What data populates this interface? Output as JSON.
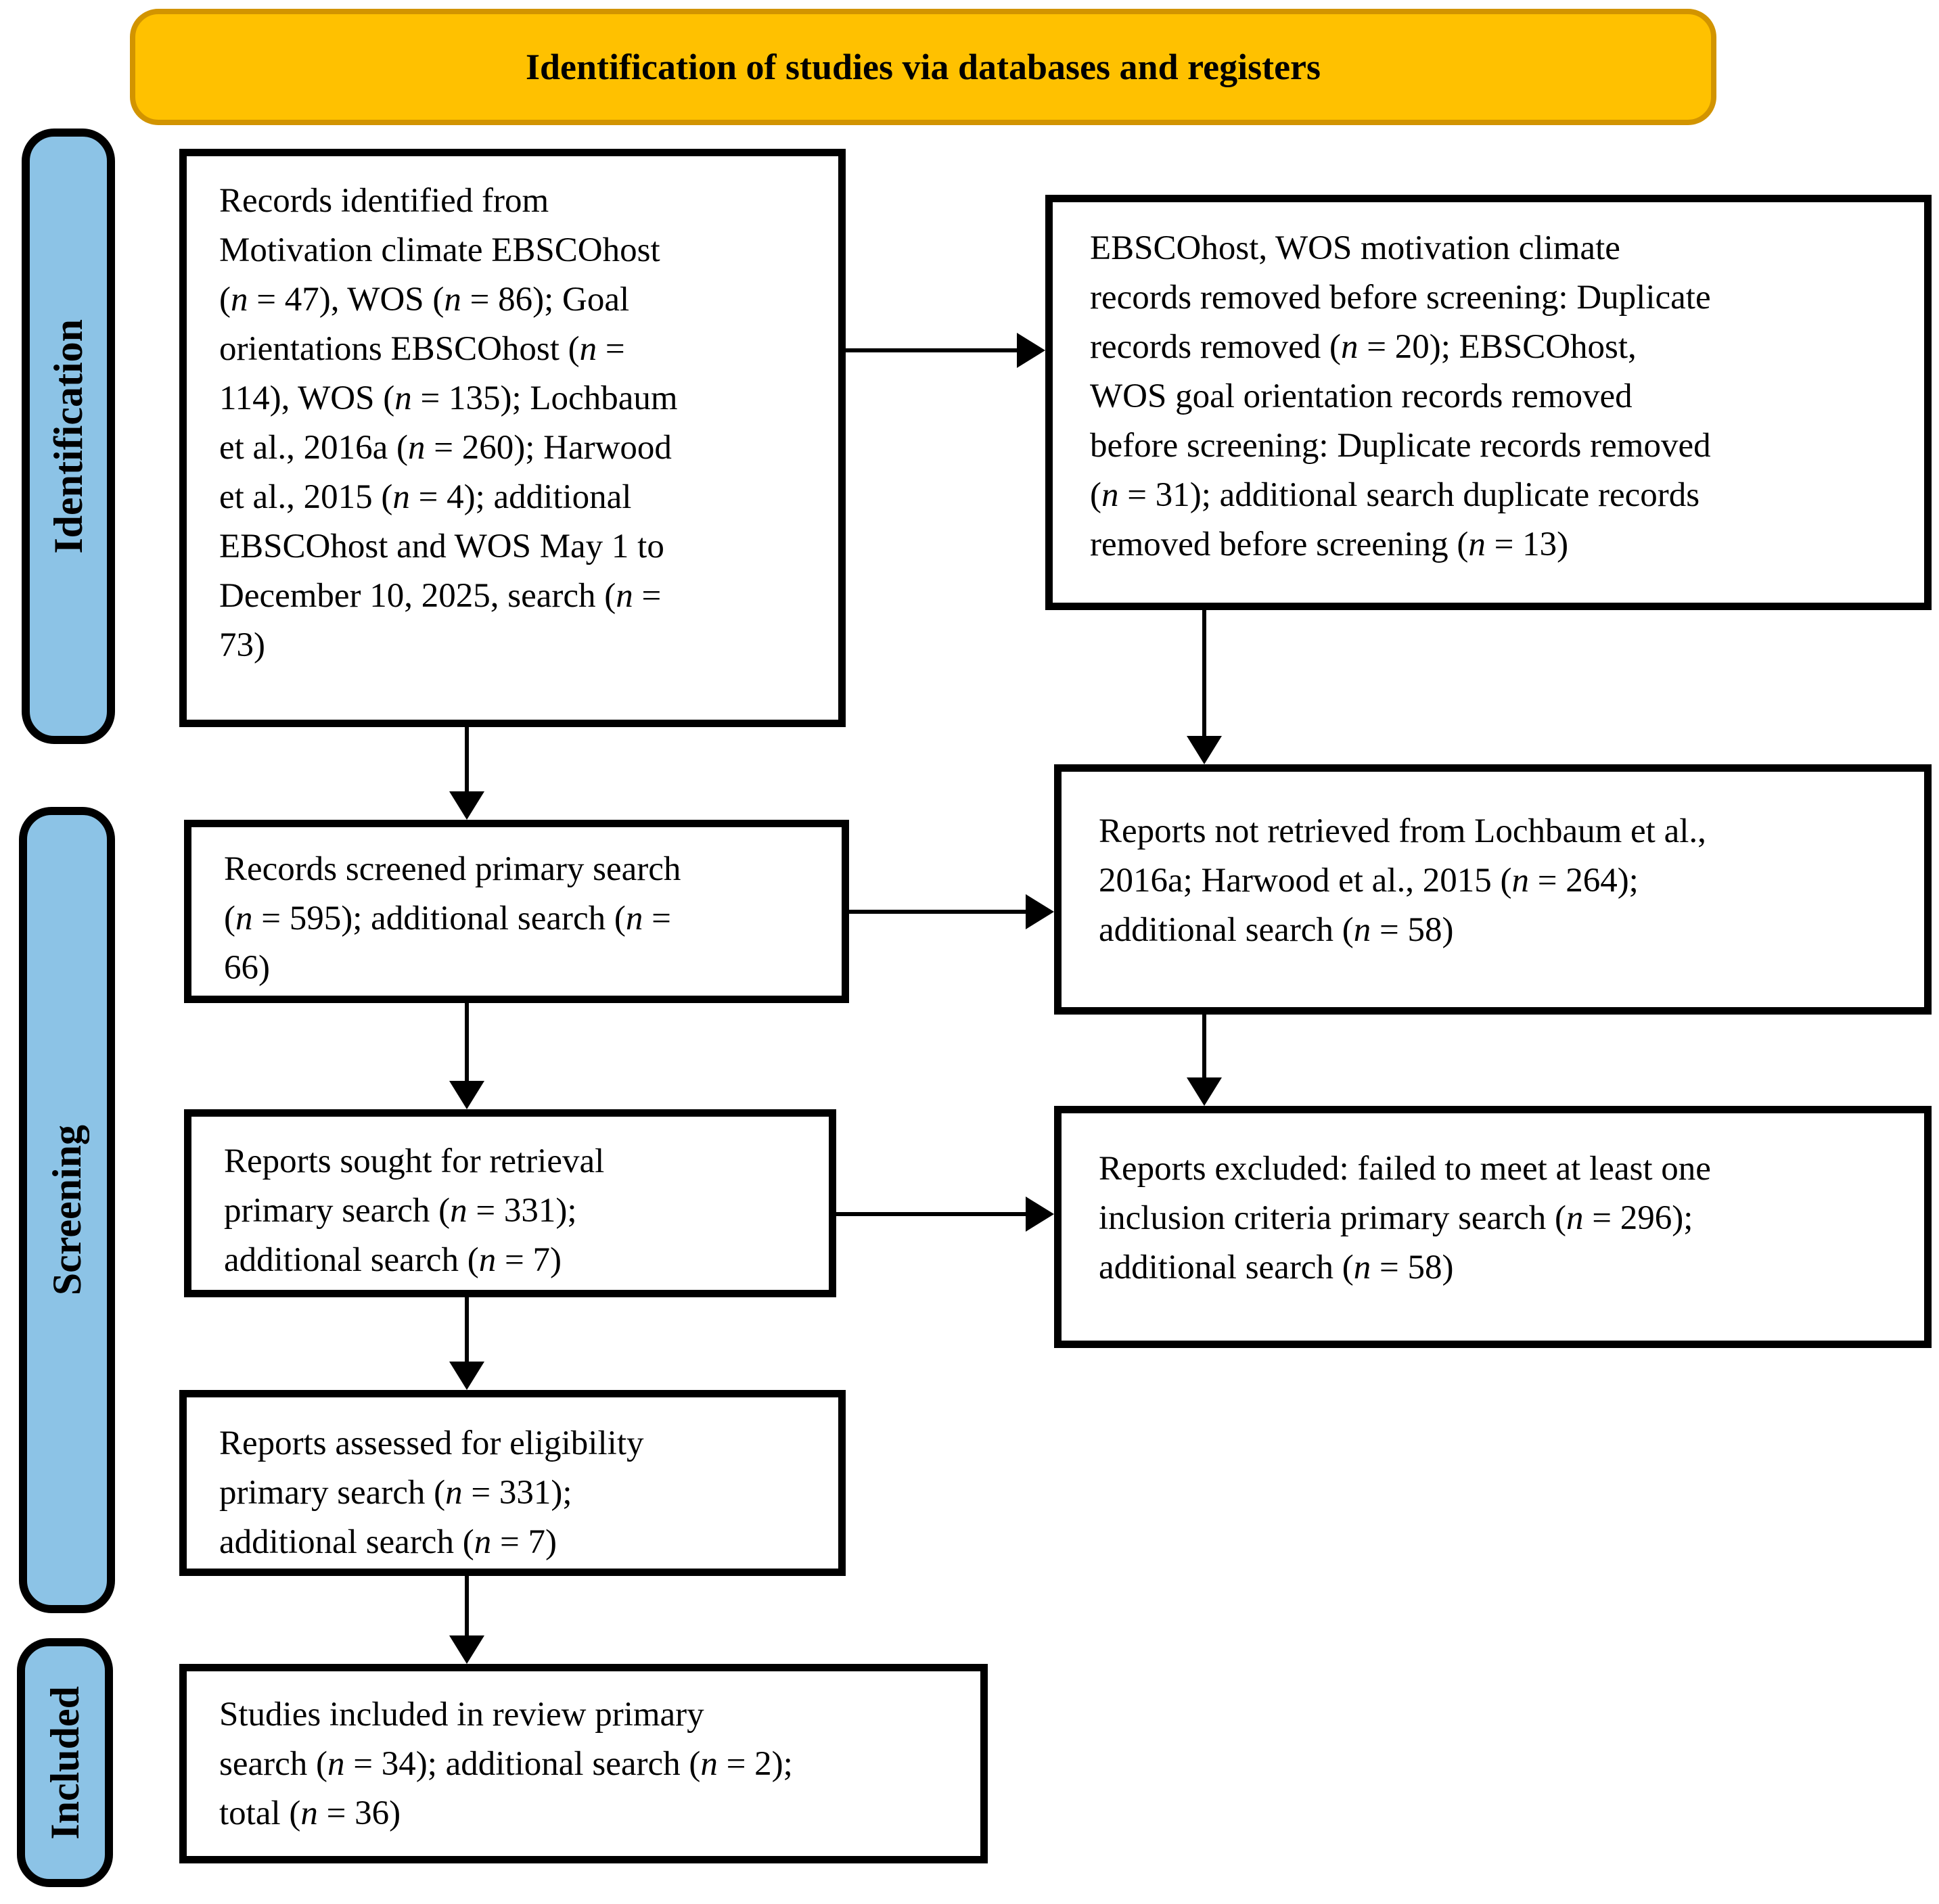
{
  "header": {
    "title": "Identification of studies via databases and registers"
  },
  "stages": {
    "identification": "Identification",
    "screening": "Screening",
    "included": "Included"
  },
  "boxes": {
    "records_identified": "Records identified from\nMotivation climate EBSCOhost\n(n = 47), WOS (n = 86); Goal\norientations EBSCOhost (n =\n114), WOS (n = 135); Lochbaum\net al., 2016a (n = 260); Harwood\net al., 2015 (n = 4); additional\nEBSCOhost and WOS May 1 to\nDecember 10, 2025, search (n =\n73)",
    "duplicates_removed": "EBSCOhost, WOS motivation climate\nrecords removed before screening: Duplicate\nrecords removed (n = 20); EBSCOhost,\nWOS goal orientation records removed\nbefore screening: Duplicate records removed\n(n = 31); additional search duplicate records\nremoved before screening (n = 13)",
    "records_screened": "Records screened primary search\n(n = 595); additional search (n =\n66)",
    "reports_not_retrieved": "Reports not retrieved from Lochbaum et al.,\n2016a; Harwood et al., 2015 (n = 264);\nadditional search (n = 58)",
    "reports_sought": "Reports sought for retrieval\nprimary search (n = 331);\nadditional search (n = 7)",
    "reports_excluded": "Reports excluded: failed to meet at least one\ninclusion criteria primary search (n = 296);\nadditional search (n = 58)",
    "reports_assessed": "Reports assessed for eligibility\nprimary search (n = 331);\nadditional search (n = 7)",
    "studies_included": "Studies included in review primary\nsearch (n = 34); additional search (n = 2);\ntotal (n = 36)"
  },
  "colors": {
    "banner_fill": "#FFC100",
    "banner_border": "#D29400",
    "stage_fill": "#8CC3E6",
    "box_border": "#000000",
    "arrow": "#000000"
  }
}
